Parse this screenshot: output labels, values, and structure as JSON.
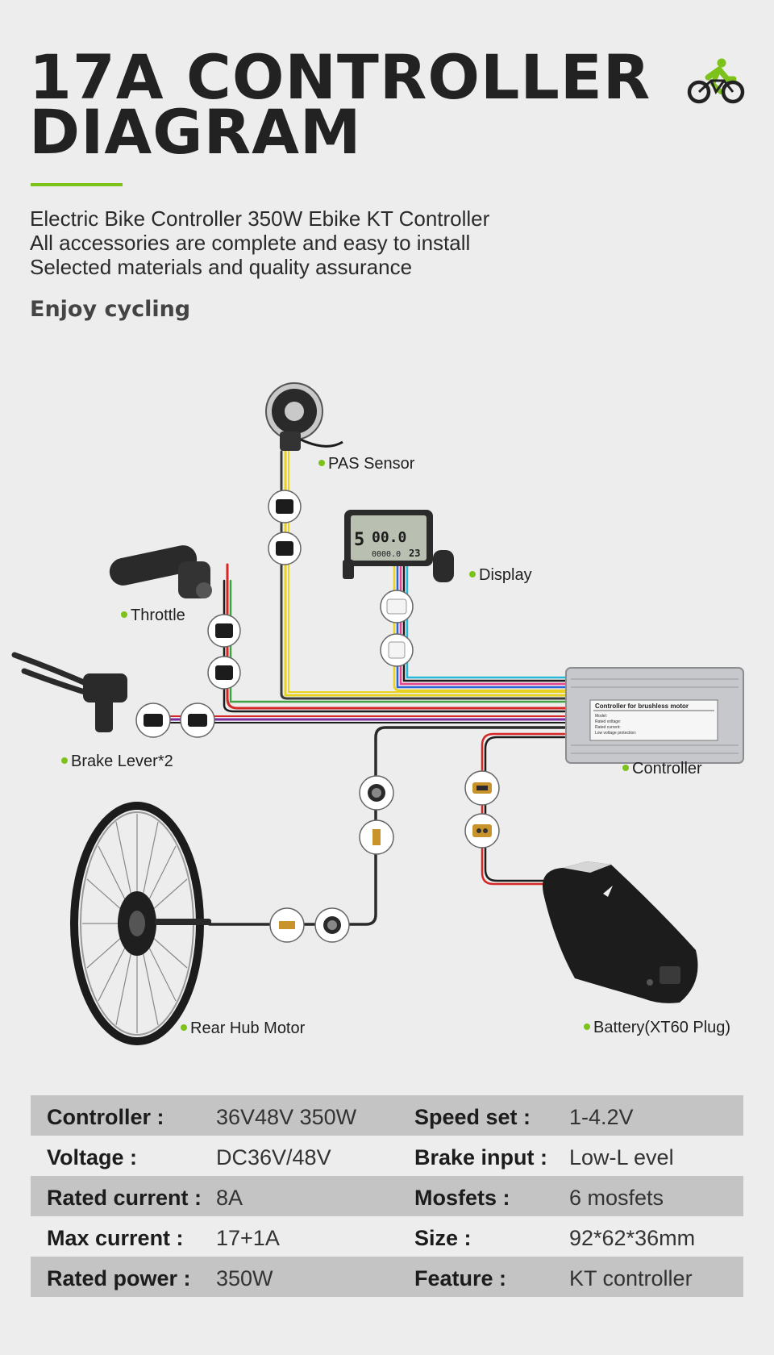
{
  "header": {
    "title_line1": "17A CONTROLLER",
    "title_line2": "DIAGRAM",
    "accent_color": "#7cc21a",
    "logo_icon": "cyclist-icon"
  },
  "description": {
    "line1": "Electric Bike Controller 350W Ebike KT Controller",
    "line2": "All accessories are complete and easy to install",
    "line3": "Selected materials and quality assurance"
  },
  "tagline": "Enjoy cycling",
  "diagram": {
    "labels": {
      "pas_sensor": "PAS Sensor",
      "display": "Display",
      "throttle": "Throttle",
      "brake_lever": "Brake Lever*2",
      "controller": "Controller",
      "rear_hub_motor": "Rear Hub Motor",
      "battery": "Battery(XT60 Plug)"
    },
    "controller_plate": {
      "heading": "Controller for brushless motor",
      "line1": "Model:",
      "line2": "Rated voltage:",
      "line3": "Rated current:",
      "line4": "Low voltage protection:"
    },
    "display_readout": {
      "speed": "00.0",
      "level": "5",
      "odo": "0000.0",
      "temp": "23"
    }
  },
  "specs": {
    "rows": [
      {
        "k1": "Controller :",
        "v1": "36V48V 350W",
        "k2": "Speed set :",
        "v2": "1-4.2V"
      },
      {
        "k1": "Voltage :",
        "v1": "DC36V/48V",
        "k2": "Brake input :",
        "v2": "Low-L evel"
      },
      {
        "k1": "Rated current :",
        "v1": "8A",
        "k2": "Mosfets :",
        "v2": "6 mosfets"
      },
      {
        "k1": "Max current :",
        "v1": "17+1A",
        "k2": "Size :",
        "v2": "92*62*36mm"
      },
      {
        "k1": "Rated power :",
        "v1": "350W",
        "k2": "Feature :",
        "v2": "KT controller"
      }
    ]
  }
}
